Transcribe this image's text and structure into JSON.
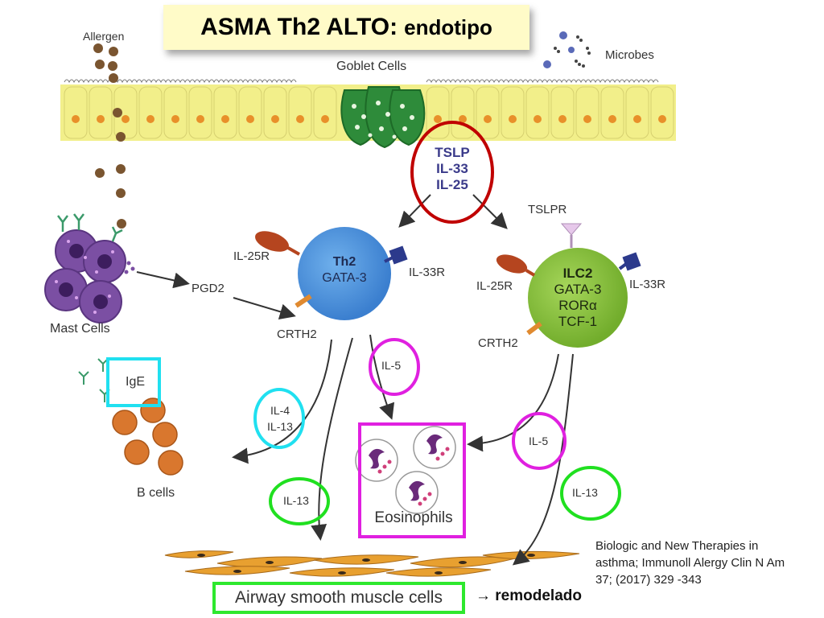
{
  "title": {
    "main": "ASMA Th2 ALTO:",
    "sub": "endotipo"
  },
  "labels": {
    "allergen": "Allergen",
    "goblet_cells": "Goblet Cells",
    "microbes": "Microbes",
    "tslp": "TSLP",
    "il33": "IL-33",
    "il25": "IL-25",
    "tslpr": "TSLPR",
    "il25r_left": "IL-25R",
    "il33r_left": "IL-33R",
    "th2": "Th2",
    "gata3_th2": "GATA-3",
    "pgd2": "PGD2",
    "mast_cells": "Mast Cells",
    "crth2_left": "CRTH2",
    "ilc2": "ILC2",
    "gata3_ilc2": "GATA-3",
    "rora": "RORα",
    "tcf1": "TCF-1",
    "il25r_right": "IL-25R",
    "il33r_right": "IL-33R",
    "crth2_right": "CRTH2",
    "ige": "IgE",
    "b_cells": "B cells",
    "il4": "IL-4",
    "il13_left": "IL-13",
    "il5_top": "IL-5",
    "il5_right": "IL-5",
    "il13_bottom": "IL-13",
    "il13_right": "IL-13",
    "eosinophils": "Eosinophils",
    "airway": "Airway smooth muscle cells",
    "remodelado": "→ remodelado"
  },
  "citation": {
    "line1": "Biologic and New Therapies in",
    "line2": "asthma; Immunoll Alergy Clin N Am",
    "line3": "37; (2017) 329 -343"
  },
  "colors": {
    "epithelium": "#f2ef8a",
    "nucleus": "#e8902a",
    "goblet": "#2e8b3a",
    "th2_cell": "#4a90d9",
    "ilc2_cell": "#8dc63f",
    "mast_cell": "#7b4fa3",
    "b_cell": "#d9772e",
    "circle_red": "#c00000",
    "circle_magenta": "#e020e0",
    "circle_cyan": "#20e0f0",
    "circle_green": "#20e020",
    "muscle": "#e8a030"
  }
}
